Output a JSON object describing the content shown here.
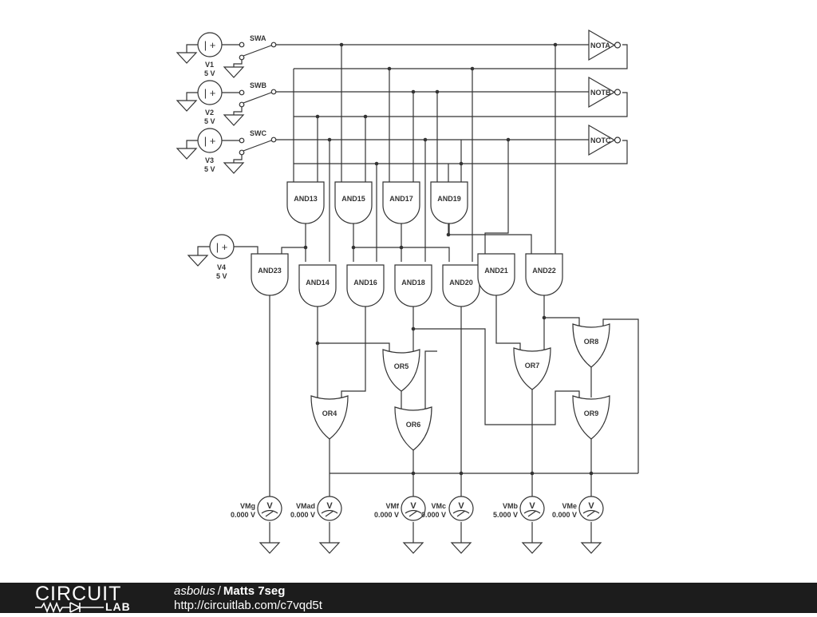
{
  "diagram": {
    "switches": [
      "SWA",
      "SWB",
      "SWC"
    ],
    "sources": [
      {
        "name": "V1",
        "value": "5 V"
      },
      {
        "name": "V2",
        "value": "5 V"
      },
      {
        "name": "V3",
        "value": "5 V"
      },
      {
        "name": "V4",
        "value": "5 V"
      }
    ],
    "not_gates": [
      "NOTA",
      "NOTB",
      "NOTC"
    ],
    "and_gates": [
      "AND13",
      "AND15",
      "AND17",
      "AND19",
      "AND23",
      "AND14",
      "AND16",
      "AND18",
      "AND20",
      "AND21",
      "AND22"
    ],
    "or_gates": [
      "OR5",
      "OR7",
      "OR8",
      "OR4",
      "OR6",
      "OR9"
    ],
    "meters": [
      {
        "name": "VMg",
        "value": "0.000 V"
      },
      {
        "name": "VMad",
        "value": "0.000 V"
      },
      {
        "name": "VMf",
        "value": "0.000 V"
      },
      {
        "name": "VMc",
        "value": "0.000 V"
      },
      {
        "name": "VMb",
        "value": "5.000 V"
      },
      {
        "name": "VMe",
        "value": "0.000 V"
      }
    ],
    "meter_symbol": "V",
    "source_symbol": "| +"
  },
  "footer": {
    "logo_top": "CIRCUIT",
    "logo_bottom": "LAB",
    "author": "asbolus",
    "separator": "/",
    "title": "Matts 7seg",
    "url": "http://circuitlab.com/c7vqd5t"
  }
}
